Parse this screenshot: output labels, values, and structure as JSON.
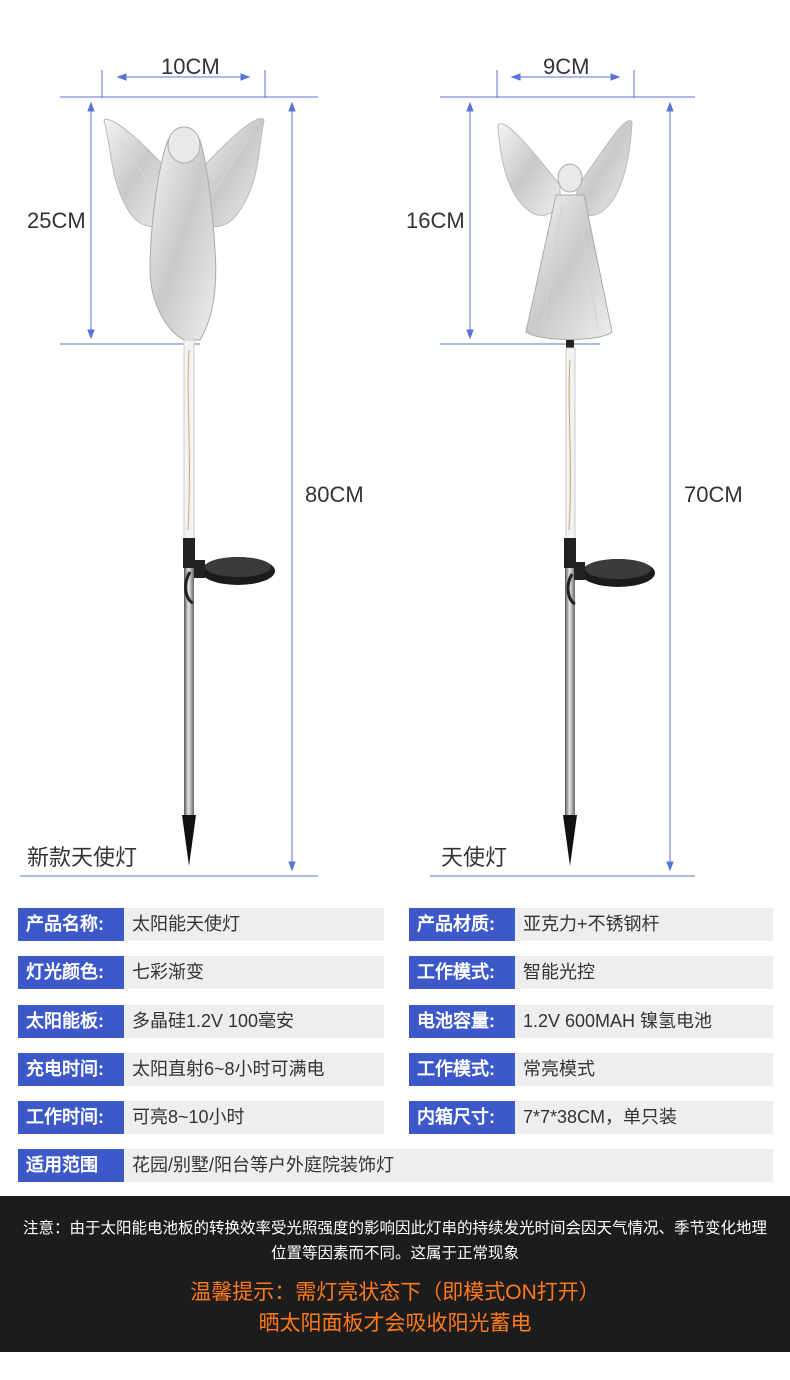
{
  "products": [
    {
      "name": "新款天使灯",
      "width": "10CM",
      "head_height": "25CM",
      "total_height": "80CM"
    },
    {
      "name": "天使灯",
      "width": "9CM",
      "head_height": "16CM",
      "total_height": "70CM"
    }
  ],
  "specs": [
    {
      "label": "产品名称:",
      "value": "太阳能天使灯"
    },
    {
      "label": "产品材质:",
      "value": "亚克力+不锈钢杆"
    },
    {
      "label": "灯光颜色:",
      "value": "七彩渐变"
    },
    {
      "label": "工作模式:",
      "value": "智能光控"
    },
    {
      "label": "太阳能板:",
      "value": "多晶硅1.2V 100毫安"
    },
    {
      "label": "电池容量:",
      "value": "1.2V 600MAH 镍氢电池"
    },
    {
      "label": "充电时间:",
      "value": "太阳直射6~8小时可满电"
    },
    {
      "label": "工作模式:",
      "value": "常亮模式"
    },
    {
      "label": "工作时间:",
      "value": "可亮8~10小时"
    },
    {
      "label": "内箱尺寸:",
      "value": "7*7*38CM，单只装"
    },
    {
      "label": "适用范围",
      "value": "花园/别墅/阳台等户外庭院装饰灯"
    }
  ],
  "notice": {
    "text": "注意：由于太阳能电池板的转换效率受光照强度的影响因此灯串的持续发光时间会因天气情况、季节变化地理位置等因素而不同。这属于正常现象",
    "tip_line1": "温馨提示：需灯亮状态下（即模式ON打开）",
    "tip_line2": "晒太阳面板才会吸收阳光蓄电"
  },
  "colors": {
    "label_bg": "#3d58c9",
    "value_bg": "#eeeeee",
    "dimension_line": "#5b73d6",
    "notice_bg": "#1c1c1c",
    "tip": "#ff7a1a"
  }
}
